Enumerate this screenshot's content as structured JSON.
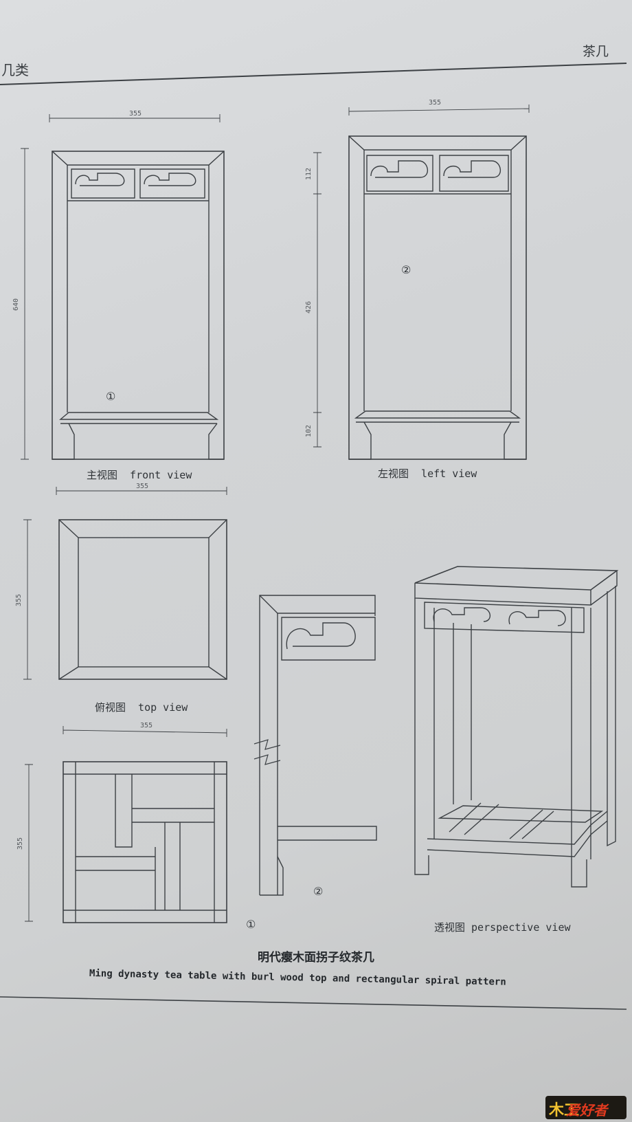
{
  "header": {
    "left": "几类",
    "right": "茶几"
  },
  "views": {
    "front": {
      "caption": "主视图  front view"
    },
    "left": {
      "caption": "左视图  left view"
    },
    "top": {
      "caption": "俯视图  top view"
    },
    "perspective": {
      "caption": "透视图 perspective view"
    }
  },
  "dimensions": {
    "front_width": "355",
    "front_height": "640",
    "left_width": "355",
    "left_apron": "112",
    "left_middle": "426",
    "left_bottom": "102",
    "top_width": "355",
    "top_depth": "355",
    "bottom_width": "355",
    "bottom_depth": "355"
  },
  "part_markers": {
    "one": "①",
    "two": "②"
  },
  "title": {
    "zh": "明代瘿木面拐子纹茶几",
    "en": "Ming dynasty tea table with burl wood top and rectangular spiral pattern"
  },
  "watermark": {
    "mark": "木工",
    "text": "爱好者"
  }
}
